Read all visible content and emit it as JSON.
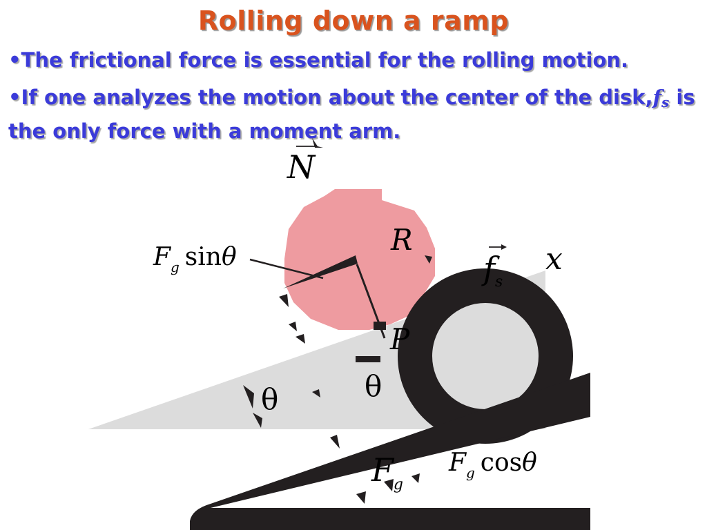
{
  "title": "Rolling down a ramp",
  "bullets": {
    "b1": "The frictional force is essential for the rolling motion.",
    "b2_before": "If one analyzes the motion about the center of the disk,",
    "b2_symbol": "f",
    "b2_symbol_sub": "s",
    "b2_after": " is the only force with a moment arm.",
    "bullet_char": "•"
  },
  "diagram": {
    "labels": {
      "normal_force": "N",
      "radius": "R",
      "friction_f": "f",
      "friction_sub": "s",
      "x_axis": "x",
      "contact_point": "P",
      "gravity_f": "F",
      "gravity_sub": "g",
      "theta": "θ",
      "fg_sin_f": "F",
      "fg_sin_sub": "g",
      "fg_sin_text": "sin",
      "fg_sin_theta": "θ",
      "fg_cos_f": "F",
      "fg_cos_sub": "g",
      "fg_cos_text": "cos",
      "fg_cos_theta": "θ"
    },
    "colors": {
      "title": "#d9531e",
      "bullet_text": "#3b3bd9",
      "disk": "#ee9ba0",
      "ramp_fill": "#dcdcdc",
      "dark": "#231f20"
    }
  }
}
